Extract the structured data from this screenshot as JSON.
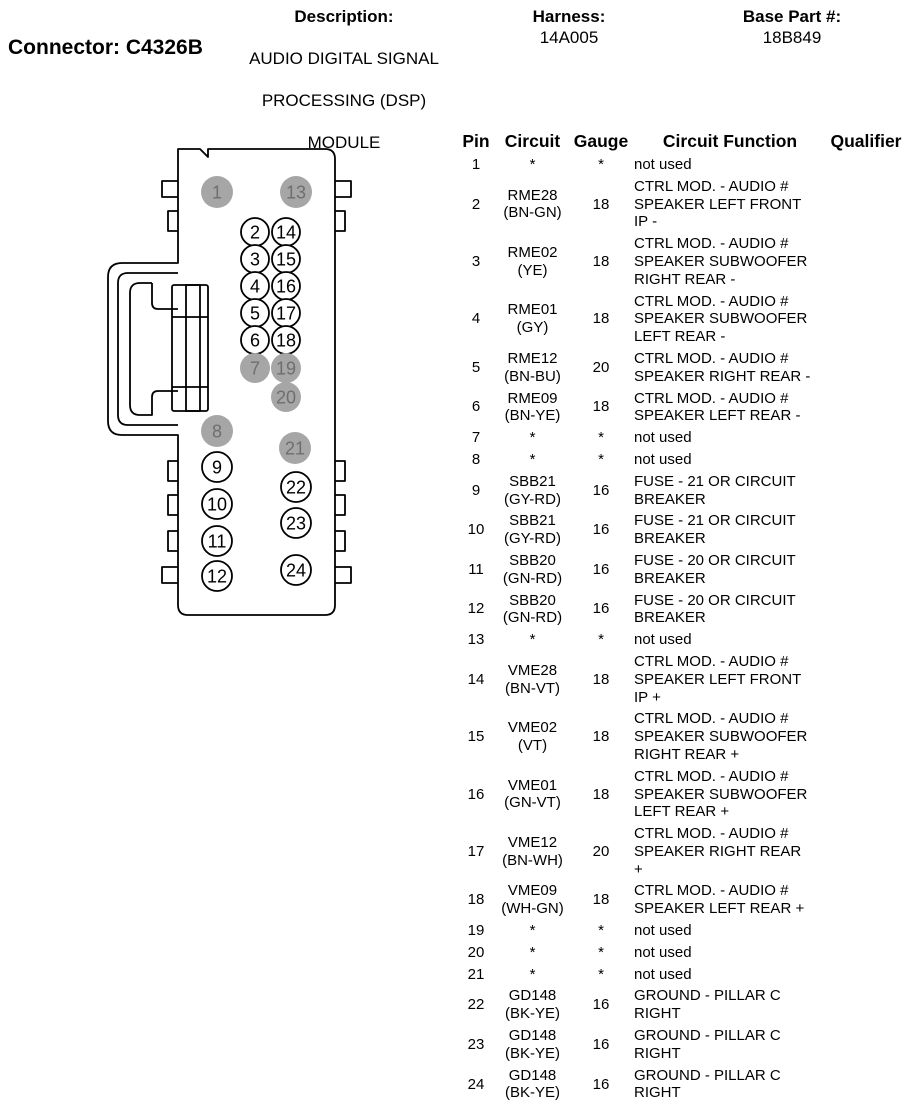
{
  "header": {
    "connector_label": "Connector: C4326B",
    "description_label": "Description:",
    "description_value": "AUDIO DIGITAL SIGNAL PROCESSING (DSP) MODULE",
    "description_lines": [
      "AUDIO DIGITAL SIGNAL",
      "PROCESSING (DSP)",
      "MODULE"
    ],
    "harness_label": "Harness:",
    "harness_value": "14A005",
    "base_part_label": "Base Part #:",
    "base_part_value": "18B849"
  },
  "table": {
    "headers": {
      "pin": "Pin",
      "circuit": "Circuit",
      "gauge": "Gauge",
      "function": "Circuit Function",
      "qualifier": "Qualifier"
    },
    "rows": [
      {
        "pin": "1",
        "circuit": [
          "*"
        ],
        "gauge": "*",
        "function": [
          "not used"
        ]
      },
      {
        "pin": "2",
        "circuit": [
          "RME28",
          "(BN-GN)"
        ],
        "gauge": "18",
        "function": [
          "CTRL MOD. - AUDIO #",
          "SPEAKER LEFT FRONT",
          "IP -"
        ]
      },
      {
        "pin": "3",
        "circuit": [
          "RME02",
          "(YE)"
        ],
        "gauge": "18",
        "function": [
          "CTRL MOD. - AUDIO #",
          "SPEAKER SUBWOOFER",
          "RIGHT REAR -"
        ]
      },
      {
        "pin": "4",
        "circuit": [
          "RME01",
          "(GY)"
        ],
        "gauge": "18",
        "function": [
          "CTRL MOD. - AUDIO #",
          "SPEAKER SUBWOOFER",
          "LEFT REAR -"
        ]
      },
      {
        "pin": "5",
        "circuit": [
          "RME12",
          "(BN-BU)"
        ],
        "gauge": "20",
        "function": [
          "CTRL MOD. - AUDIO #",
          "SPEAKER RIGHT REAR -"
        ]
      },
      {
        "pin": "6",
        "circuit": [
          "RME09",
          "(BN-YE)"
        ],
        "gauge": "18",
        "function": [
          "CTRL MOD. - AUDIO #",
          "SPEAKER LEFT REAR -"
        ]
      },
      {
        "pin": "7",
        "circuit": [
          "*"
        ],
        "gauge": "*",
        "function": [
          "not used"
        ]
      },
      {
        "pin": "8",
        "circuit": [
          "*"
        ],
        "gauge": "*",
        "function": [
          "not used"
        ]
      },
      {
        "pin": "9",
        "circuit": [
          "SBB21",
          "(GY-RD)"
        ],
        "gauge": "16",
        "function": [
          "FUSE - 21 OR CIRCUIT",
          "BREAKER"
        ]
      },
      {
        "pin": "10",
        "circuit": [
          "SBB21",
          "(GY-RD)"
        ],
        "gauge": "16",
        "function": [
          "FUSE - 21 OR CIRCUIT",
          "BREAKER"
        ]
      },
      {
        "pin": "11",
        "circuit": [
          "SBB20",
          "(GN-RD)"
        ],
        "gauge": "16",
        "function": [
          "FUSE - 20 OR CIRCUIT",
          "BREAKER"
        ]
      },
      {
        "pin": "12",
        "circuit": [
          "SBB20",
          "(GN-RD)"
        ],
        "gauge": "16",
        "function": [
          "FUSE - 20 OR CIRCUIT",
          "BREAKER"
        ]
      },
      {
        "pin": "13",
        "circuit": [
          "*"
        ],
        "gauge": "*",
        "function": [
          "not used"
        ]
      },
      {
        "pin": "14",
        "circuit": [
          "VME28",
          "(BN-VT)"
        ],
        "gauge": "18",
        "function": [
          "CTRL MOD. - AUDIO #",
          "SPEAKER LEFT FRONT",
          "IP +"
        ]
      },
      {
        "pin": "15",
        "circuit": [
          "VME02",
          "(VT)"
        ],
        "gauge": "18",
        "function": [
          "CTRL MOD. - AUDIO #",
          "SPEAKER SUBWOOFER",
          "RIGHT REAR +"
        ]
      },
      {
        "pin": "16",
        "circuit": [
          "VME01",
          "(GN-VT)"
        ],
        "gauge": "18",
        "function": [
          "CTRL MOD. - AUDIO #",
          "SPEAKER SUBWOOFER",
          "LEFT REAR +"
        ]
      },
      {
        "pin": "17",
        "circuit": [
          "VME12",
          "(BN-WH)"
        ],
        "gauge": "20",
        "function": [
          "CTRL MOD. - AUDIO #",
          "SPEAKER RIGHT REAR",
          "+"
        ]
      },
      {
        "pin": "18",
        "circuit": [
          "VME09",
          "(WH-GN)"
        ],
        "gauge": "18",
        "function": [
          "CTRL MOD. - AUDIO #",
          "SPEAKER LEFT REAR +"
        ]
      },
      {
        "pin": "19",
        "circuit": [
          "*"
        ],
        "gauge": "*",
        "function": [
          "not used"
        ]
      },
      {
        "pin": "20",
        "circuit": [
          "*"
        ],
        "gauge": "*",
        "function": [
          "not used"
        ]
      },
      {
        "pin": "21",
        "circuit": [
          "*"
        ],
        "gauge": "*",
        "function": [
          "not used"
        ]
      },
      {
        "pin": "22",
        "circuit": [
          "GD148",
          "(BK-YE)"
        ],
        "gauge": "16",
        "function": [
          "GROUND - PILLAR C",
          "RIGHT"
        ]
      },
      {
        "pin": "23",
        "circuit": [
          "GD148",
          "(BK-YE)"
        ],
        "gauge": "16",
        "function": [
          "GROUND - PILLAR C",
          "RIGHT"
        ]
      },
      {
        "pin": "24",
        "circuit": [
          "GD148",
          "(BK-YE)"
        ],
        "gauge": "16",
        "function": [
          "GROUND - PILLAR C",
          "RIGHT"
        ]
      }
    ]
  },
  "connector_diagram": {
    "pins": [
      {
        "label": "1",
        "used": false
      },
      {
        "label": "2",
        "used": true
      },
      {
        "label": "3",
        "used": true
      },
      {
        "label": "4",
        "used": true
      },
      {
        "label": "5",
        "used": true
      },
      {
        "label": "6",
        "used": true
      },
      {
        "label": "7",
        "used": false
      },
      {
        "label": "8",
        "used": false
      },
      {
        "label": "9",
        "used": true
      },
      {
        "label": "10",
        "used": true
      },
      {
        "label": "11",
        "used": true
      },
      {
        "label": "12",
        "used": true
      },
      {
        "label": "13",
        "used": false
      },
      {
        "label": "14",
        "used": true
      },
      {
        "label": "15",
        "used": true
      },
      {
        "label": "16",
        "used": true
      },
      {
        "label": "17",
        "used": true
      },
      {
        "label": "18",
        "used": true
      },
      {
        "label": "19",
        "used": false
      },
      {
        "label": "20",
        "used": false
      },
      {
        "label": "21",
        "used": false
      },
      {
        "label": "22",
        "used": true
      },
      {
        "label": "23",
        "used": true
      },
      {
        "label": "24",
        "used": true
      }
    ],
    "colors": {
      "used_fill": "#ffffff",
      "unused_fill": "#a6a6a6",
      "unused_text": "#6e6e6e",
      "outline": "#000000"
    }
  }
}
